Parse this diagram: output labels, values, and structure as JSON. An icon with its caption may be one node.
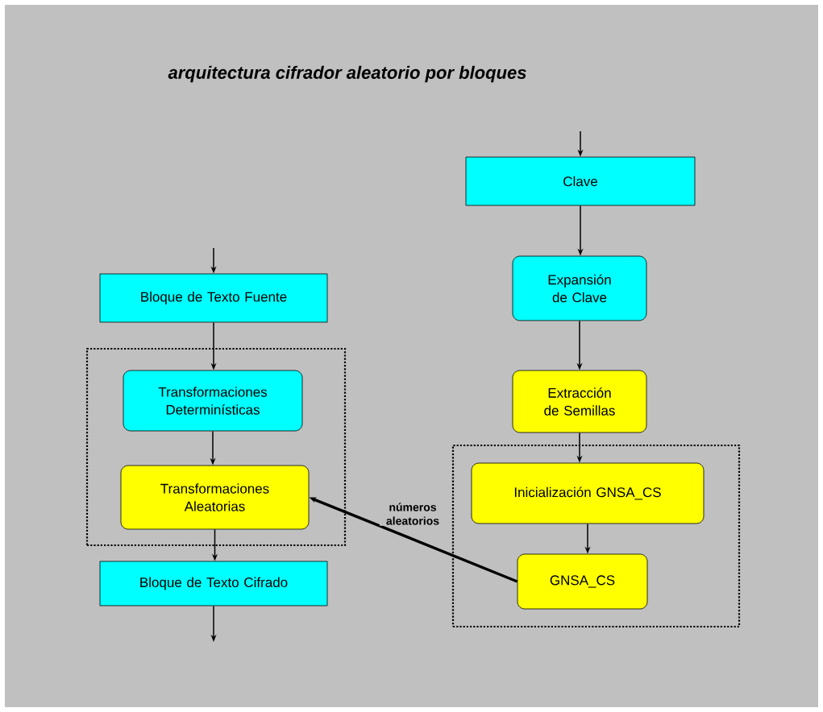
{
  "diagram": {
    "title": "arquitectura cifrador aleatorio por bloques",
    "nodes": [
      {
        "text": [
          "Clave"
        ]
      },
      {
        "text": [
          "Expansión de Clave"
        ]
      },
      {
        "text": [
          "Bloque de Texto Fuente"
        ]
      },
      {
        "text": [],
        "shape": "box"
      },
      {
        "text": [
          "Transformaciones Determinísticas"
        ],
        "in": 3
      },
      {
        "text": [
          "Transformaciones Aleatorias"
        ],
        "in": 3
      },
      {
        "text": [
          "Extracción de Semillas"
        ]
      },
      {
        "text": [],
        "shape": "box"
      },
      {
        "text": [
          "Inicialización GNSA_CS"
        ],
        "in": 7
      },
      {
        "text": [
          "GNSA_CS"
        ],
        "in": 7
      },
      {
        "text": [
          "Bloque de Texto Cifrado"
        ]
      }
    ],
    "edges": [
      {
        "from": null,
        "to": 0,
        "arrow": "to"
      },
      {
        "from": 0,
        "to": 1,
        "arrow": "to"
      },
      {
        "from": 1,
        "to": 6,
        "arrow": "to"
      },
      {
        "from": 6,
        "to": 8,
        "arrow": "to"
      },
      {
        "from": 8,
        "to": 9,
        "arrow": "to"
      },
      {
        "from": null,
        "to": 2,
        "arrow": "to"
      },
      {
        "from": 2,
        "to": 4,
        "arrow": "to"
      },
      {
        "from": 4,
        "to": 5,
        "arrow": "to"
      },
      {
        "from": 5,
        "to": 10,
        "arrow": "to"
      },
      {
        "from": 10,
        "to": null,
        "arrow": "to"
      },
      {
        "from": 9,
        "to": 5,
        "arrow": "to",
        "label": "números aleatorios",
        "style": "thick"
      }
    ]
  }
}
